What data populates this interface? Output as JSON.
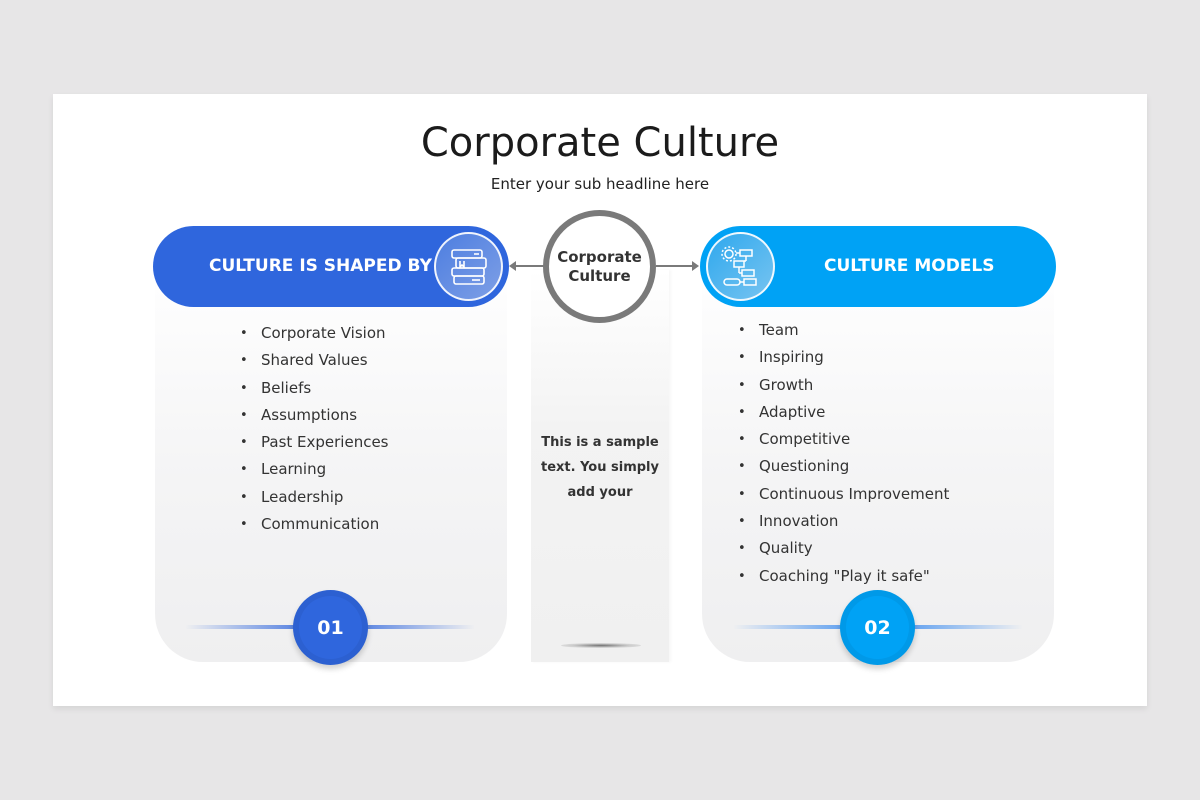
{
  "slide": {
    "title": "Corporate Culture",
    "subtitle": "Enter your sub headline here"
  },
  "center": {
    "circle_line1": "Corporate",
    "circle_line2": "Culture",
    "text_line1": "This is a sample",
    "text_line2": "text. You simply",
    "text_line3": "add your"
  },
  "left_panel": {
    "header": "CULTURE IS SHAPED BY",
    "icon": "books-icon",
    "color": "#2f66dd",
    "number": "01",
    "items": [
      "Corporate Vision",
      "Shared Values",
      "Beliefs",
      "Assumptions",
      "Past Experiences",
      "Learning",
      "Leadership",
      "Communication"
    ]
  },
  "right_panel": {
    "header": "CULTURE MODELS",
    "icon": "workflow-gear-icon",
    "color": "#00a2f5",
    "number": "02",
    "items": [
      "Team",
      "Inspiring",
      "Growth",
      "Adaptive",
      "Competitive",
      "Questioning",
      "Continuous Improvement",
      "Innovation",
      "Quality",
      "Coaching \"Play it safe\""
    ]
  }
}
